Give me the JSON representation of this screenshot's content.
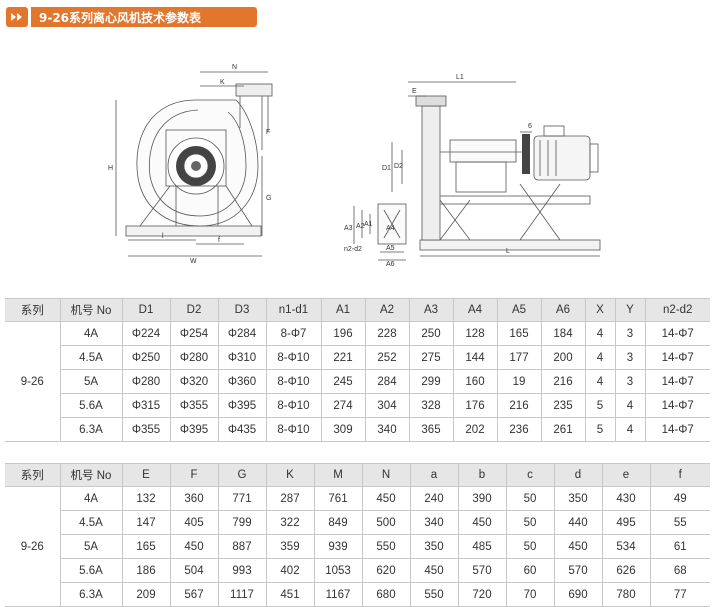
{
  "header": {
    "title": "9-26系列离心风机技术参数表",
    "icon": "double-chevron-right-icon",
    "accent": "#e2762c"
  },
  "drawing_labels": {
    "front": [
      "N",
      "K",
      "H",
      "F",
      "G",
      "l",
      "f",
      "W"
    ],
    "side": [
      "L1",
      "E",
      "D1",
      "D2",
      "6",
      "A3",
      "A2",
      "A1",
      "A4",
      "n2-d2",
      "A5",
      "A6",
      "L"
    ]
  },
  "table1": {
    "headers": [
      "系列",
      "机号 No",
      "D1",
      "D2",
      "D3",
      "n1-d1",
      "A1",
      "A2",
      "A3",
      "A4",
      "A5",
      "A6",
      "X",
      "Y",
      "n2-d2"
    ],
    "series": "9-26",
    "rows": [
      [
        "4A",
        "Φ224",
        "Φ254",
        "Φ284",
        "8-Φ7",
        "196",
        "228",
        "250",
        "128",
        "165",
        "184",
        "4",
        "3",
        "14-Φ7"
      ],
      [
        "4.5A",
        "Φ250",
        "Φ280",
        "Φ310",
        "8-Φ10",
        "221",
        "252",
        "275",
        "144",
        "177",
        "200",
        "4",
        "3",
        "14-Φ7"
      ],
      [
        "5A",
        "Φ280",
        "Φ320",
        "Φ360",
        "8-Φ10",
        "245",
        "284",
        "299",
        "160",
        "19",
        "216",
        "4",
        "3",
        "14-Φ7"
      ],
      [
        "5.6A",
        "Φ315",
        "Φ355",
        "Φ395",
        "8-Φ10",
        "274",
        "304",
        "328",
        "176",
        "216",
        "235",
        "5",
        "4",
        "14-Φ7"
      ],
      [
        "6.3A",
        "Φ355",
        "Φ395",
        "Φ435",
        "8-Φ10",
        "309",
        "340",
        "365",
        "202",
        "236",
        "261",
        "5",
        "4",
        "14-Φ7"
      ]
    ]
  },
  "table2": {
    "headers": [
      "系列",
      "机号 No",
      "E",
      "F",
      "G",
      "K",
      "M",
      "N",
      "a",
      "b",
      "c",
      "d",
      "e",
      "f"
    ],
    "series": "9-26",
    "rows": [
      [
        "4A",
        "132",
        "360",
        "771",
        "287",
        "761",
        "450",
        "240",
        "390",
        "50",
        "350",
        "430",
        "49"
      ],
      [
        "4.5A",
        "147",
        "405",
        "799",
        "322",
        "849",
        "500",
        "340",
        "450",
        "50",
        "440",
        "495",
        "55"
      ],
      [
        "5A",
        "165",
        "450",
        "887",
        "359",
        "939",
        "550",
        "350",
        "485",
        "50",
        "450",
        "534",
        "61"
      ],
      [
        "5.6A",
        "186",
        "504",
        "993",
        "402",
        "1053",
        "620",
        "450",
        "570",
        "60",
        "570",
        "626",
        "68"
      ],
      [
        "6.3A",
        "209",
        "567",
        "1117",
        "451",
        "1167",
        "680",
        "550",
        "720",
        "70",
        "690",
        "780",
        "77"
      ]
    ]
  }
}
